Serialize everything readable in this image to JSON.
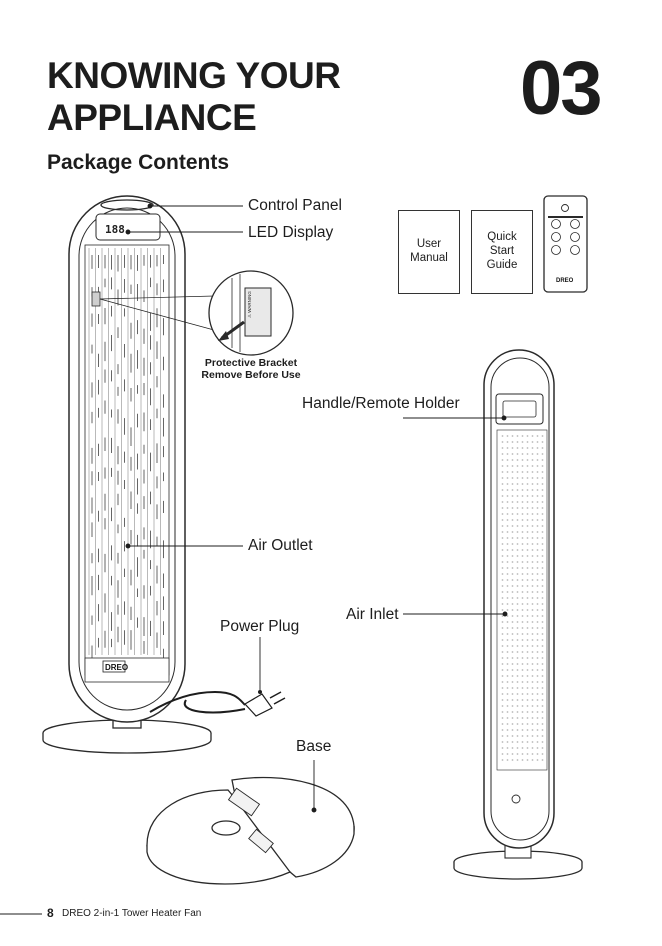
{
  "header": {
    "title_line1": "KNOWING YOUR",
    "title_line2": "APPLIANCE",
    "chapter_number": "03"
  },
  "section": {
    "heading": "Package Contents"
  },
  "labels": {
    "control_panel": "Control Panel",
    "led_display": "LED Display",
    "protective_bracket_line1": "Protective Bracket",
    "protective_bracket_line2": "Remove Before Use",
    "handle_remote_holder": "Handle/Remote Holder",
    "air_outlet": "Air Outlet",
    "air_inlet": "Air Inlet",
    "power_plug": "Power Plug",
    "base": "Base"
  },
  "documents": {
    "user_manual": "User Manual",
    "quick_start_guide": "Quick Start Guide"
  },
  "device_text": {
    "led_readout": "188",
    "brand_logo": "DREO",
    "remote_logo": "DREO",
    "bracket_warning": "⚠ WARNING"
  },
  "footer": {
    "page_number": "8",
    "text": "DREO 2-in-1 Tower Heater Fan"
  }
}
